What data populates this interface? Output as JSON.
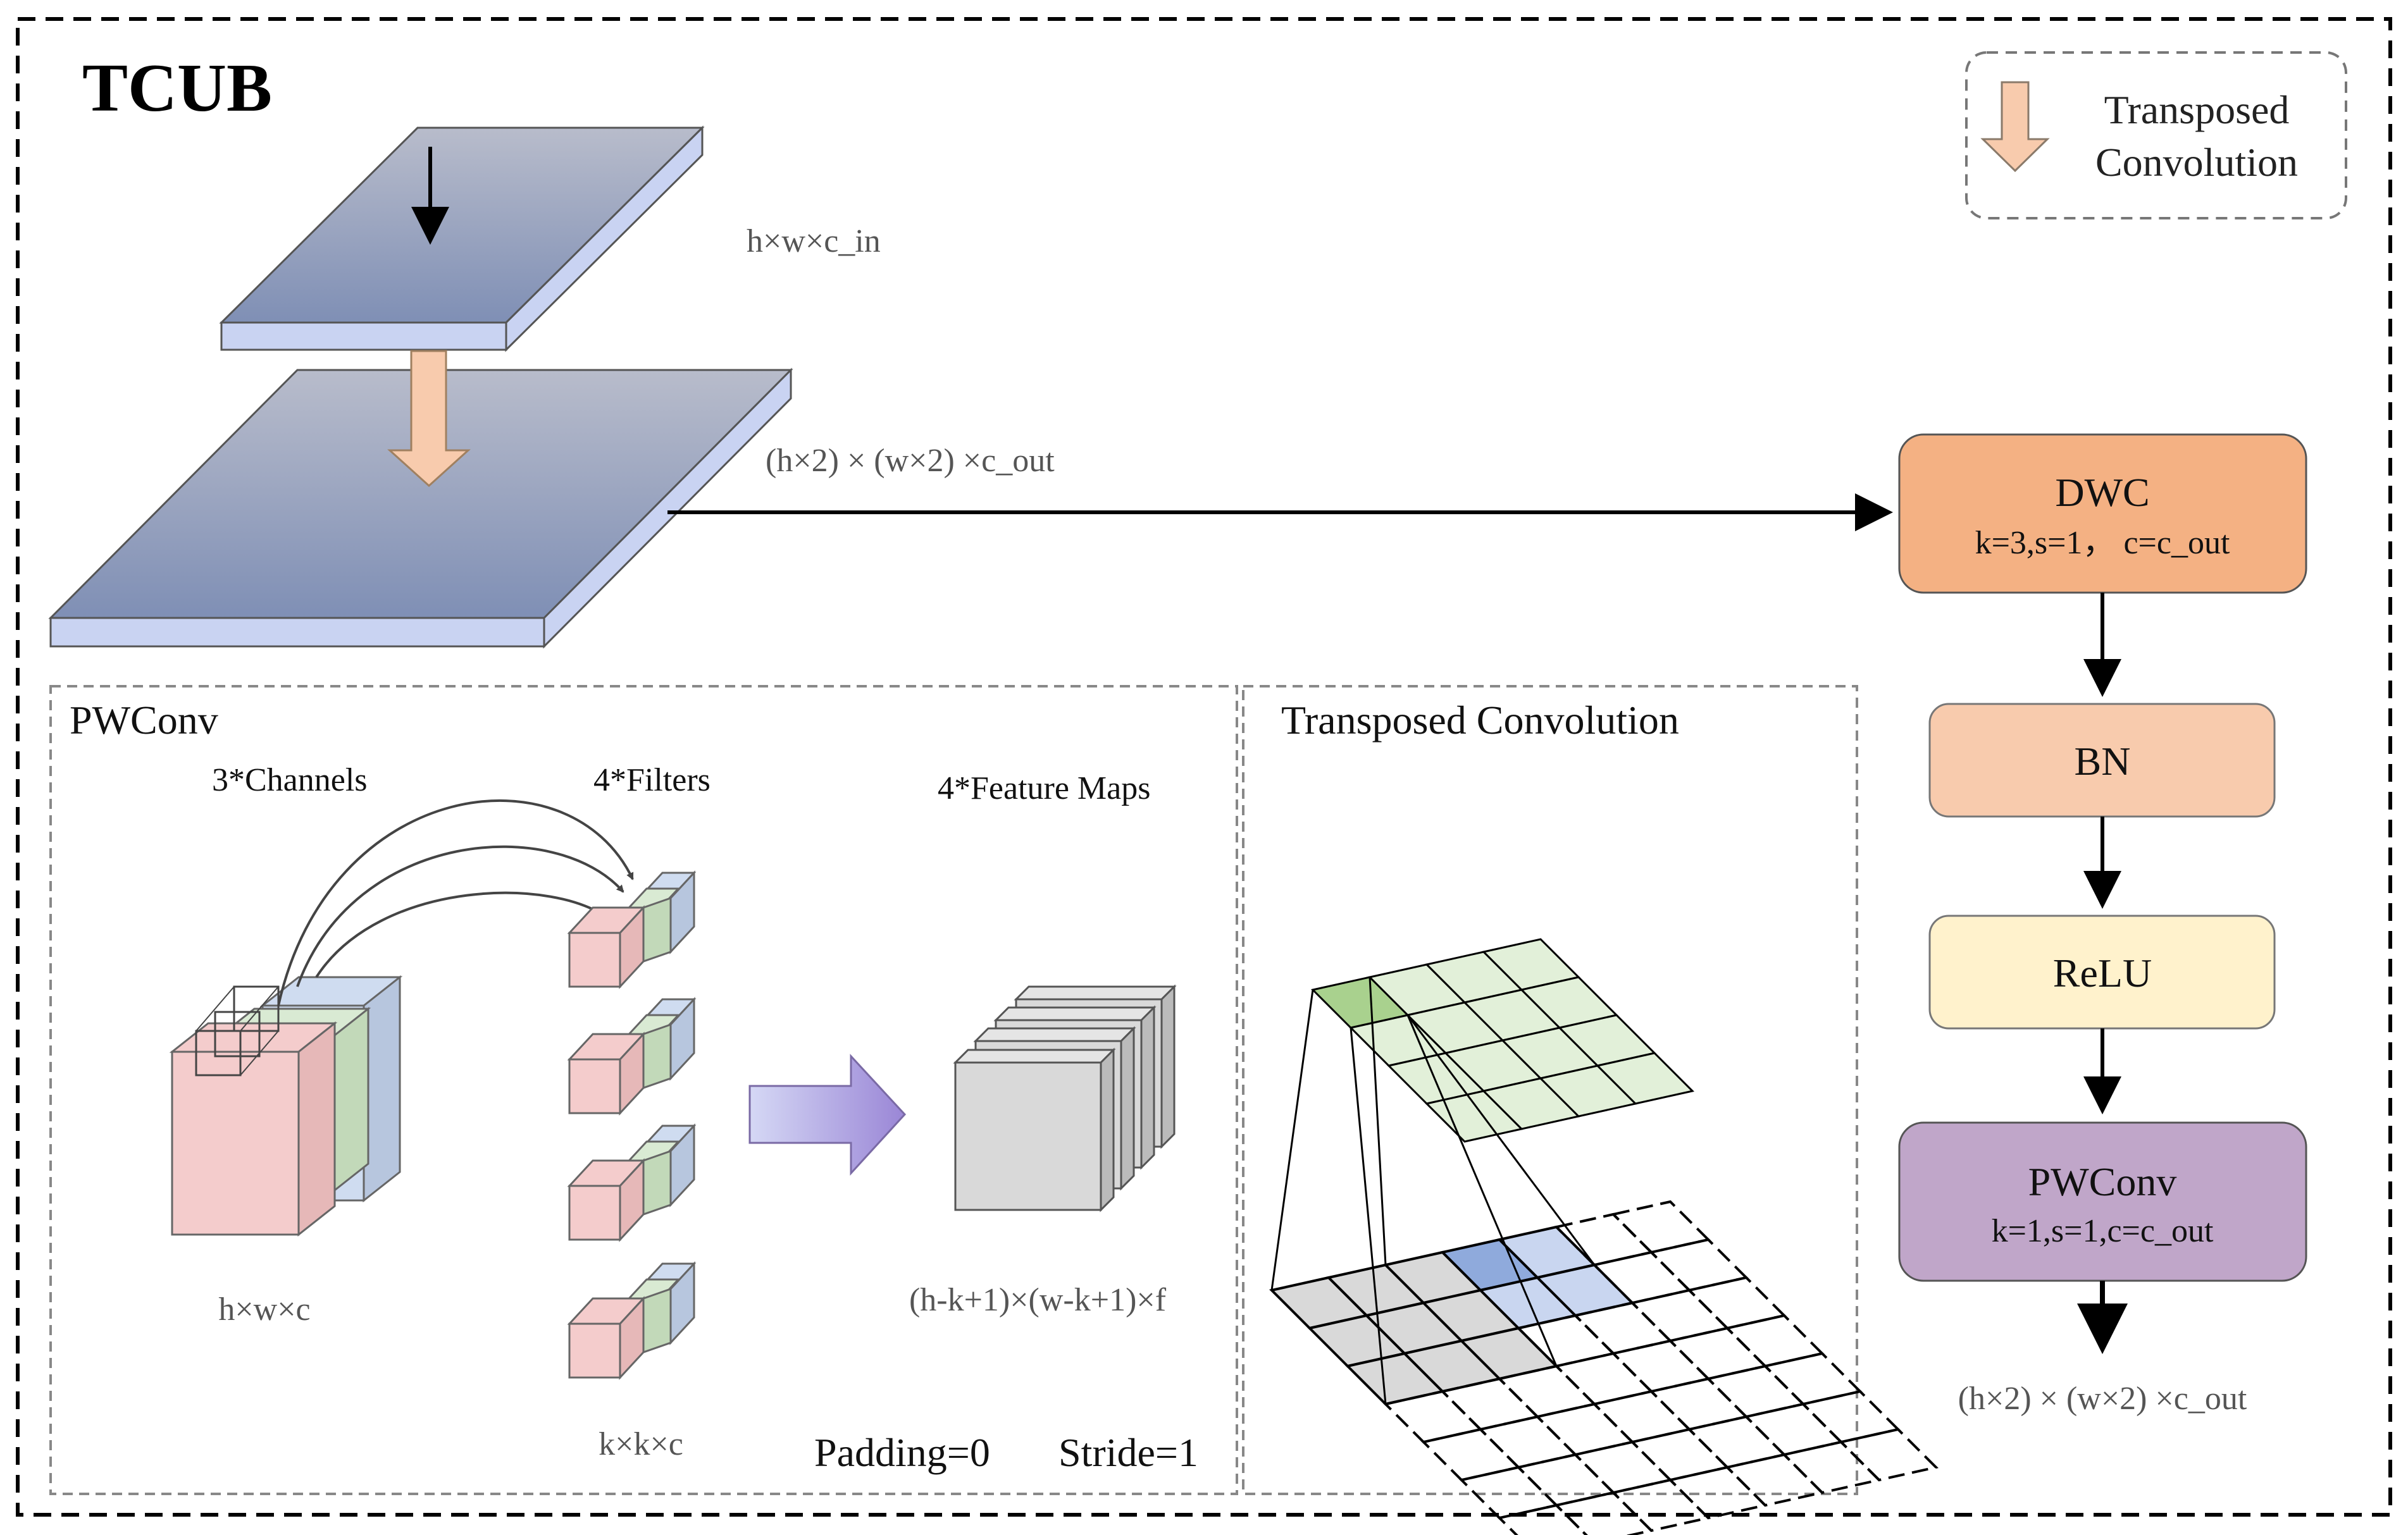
{
  "title": "TCUB",
  "legend": {
    "line1": "Transposed",
    "line2": "Convolution"
  },
  "top": {
    "input_dim": "h×w×c_in",
    "output_dim": "(h×2) × (w×2) ×c_out"
  },
  "pipeline": {
    "dwc": {
      "title": "DWC",
      "params": "k=3,s=1， c=c_out",
      "color": "#f4b183"
    },
    "bn": {
      "title": "BN",
      "color": "#f8cbad"
    },
    "relu": {
      "title": "ReLU",
      "color": "#fff2cc"
    },
    "pwconv": {
      "title": "PWConv",
      "params": "k=1,s=1,c=c_out",
      "color": "#c0a6c9"
    },
    "output": "(h×2) × (w×2) ×c_out"
  },
  "pwconv_panel": {
    "title": "PWConv",
    "channels_label": "3*Channels",
    "filters_label": "4*Filters",
    "maps_label": "4*Feature Maps",
    "input_dim": "h×w×c",
    "filter_dim": "k×k×c",
    "output_dim": "(h-k+1)×(w-k+1)×f",
    "padding": "Padding=0",
    "stride": "Stride=1"
  },
  "transposed_panel": {
    "title": "Transposed Convolution"
  },
  "colors": {
    "plate_top": "#a3acc0",
    "plate_side": "#c9d3f2",
    "arrow_fill": "#f8cbad",
    "pink": "#f4cccc",
    "green": "#d9ead3",
    "blue": "#cfdcf0",
    "grid_green": "#e2f0d9",
    "grid_highlight": "#a9d18e",
    "grid_blue": "#8faadc"
  }
}
